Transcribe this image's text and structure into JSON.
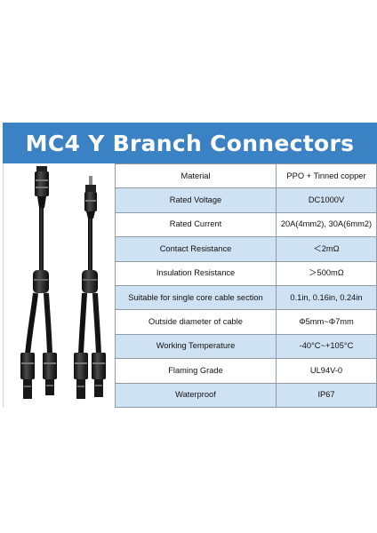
{
  "title": "MC4 Y Branch Connectors",
  "colors": {
    "banner": "#3b82c4",
    "row_alt": "#cfe2f4",
    "cable": "#1a1a1a"
  },
  "specs": [
    {
      "label": "Material",
      "value": "PPO + Tinned copper"
    },
    {
      "label": "Rated Voltage",
      "value": "DC1000V"
    },
    {
      "label": "Rated Current",
      "value": "20A(4mm2), 30A(6mm2)"
    },
    {
      "label": "Contact Resistance",
      "value": "＜2mΩ"
    },
    {
      "label": "Insulation Resistance",
      "value": "＞500mΩ"
    },
    {
      "label": "Suitable for single core cable section",
      "value": "0.1in, 0.16in, 0.24in"
    },
    {
      "label": "Outside diameter of cable",
      "value": "Φ5mm~Φ7mm"
    },
    {
      "label": "Working Temperature",
      "value": "-40°C~+105°C"
    },
    {
      "label": "Flaming Grade",
      "value": "UL94V-0"
    },
    {
      "label": "Waterproof",
      "value": "IP67"
    }
  ]
}
